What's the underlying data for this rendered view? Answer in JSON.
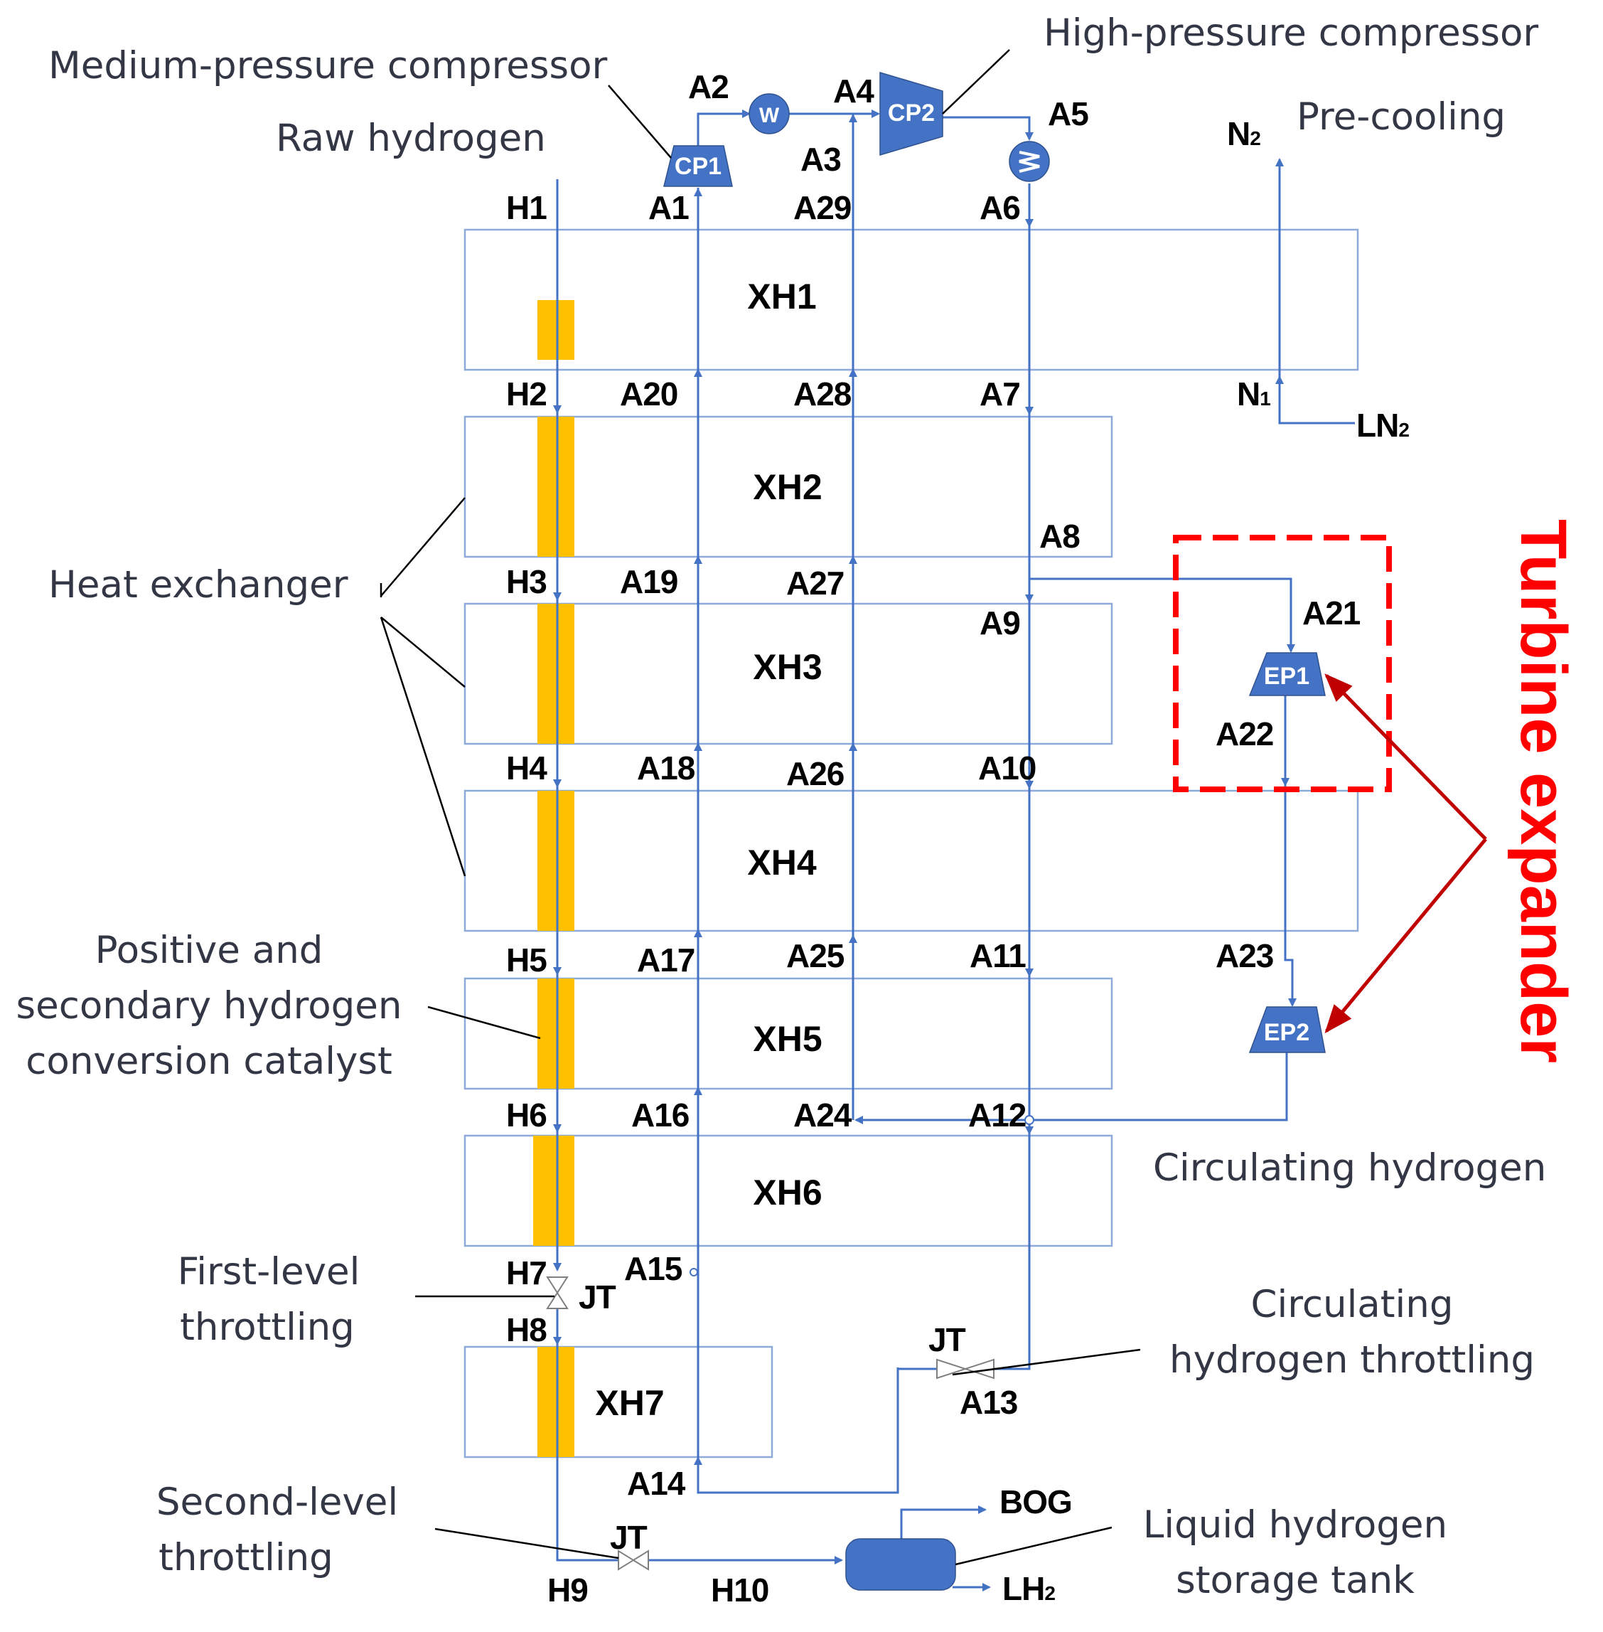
{
  "captions": {
    "medium_pressure_compressor": "Medium-pressure compressor",
    "high_pressure_compressor": "High-pressure compressor",
    "raw_hydrogen": "Raw hydrogen",
    "pre_cooling": "Pre-cooling",
    "heat_exchanger": "Heat exchanger",
    "catalyst": [
      "Positive and",
      "secondary hydrogen",
      "conversion catalyst"
    ],
    "circulating_hydrogen": "Circulating hydrogen",
    "first_level_throttling": [
      "First-level",
      "throttling"
    ],
    "circulating_hydrogen_throttling": [
      "Circulating",
      "hydrogen throttling"
    ],
    "second_level_throttling": [
      "Second-level",
      "throttling"
    ],
    "liquid_hydrogen_storage_tank": [
      "Liquid hydrogen",
      "storage tank"
    ],
    "turbine_expander": "Turbine expander"
  },
  "heat_exchangers": [
    "XH1",
    "XH2",
    "XH3",
    "XH4",
    "XH5",
    "XH6",
    "XH7"
  ],
  "equipment": {
    "cp1": "CP1",
    "cp2": "CP2",
    "ep1": "EP1",
    "ep2": "EP2",
    "motor": "W"
  },
  "streams": {
    "H1": "H1",
    "H2": "H2",
    "H3": "H3",
    "H4": "H4",
    "H5": "H5",
    "H6": "H6",
    "H7": "H7",
    "H8": "H8",
    "H9": "H9",
    "H10": "H10",
    "A1": "A1",
    "A2": "A2",
    "A3": "A3",
    "A4": "A4",
    "A5": "A5",
    "A6": "A6",
    "A7": "A7",
    "A8": "A8",
    "A9": "A9",
    "A10": "A10",
    "A11": "A11",
    "A12": "A12",
    "A13": "A13",
    "A14": "A14",
    "A15": "A15",
    "A16": "A16",
    "A17": "A17",
    "A18": "A18",
    "A19": "A19",
    "A20": "A20",
    "A21": "A21",
    "A22": "A22",
    "A23": "A23",
    "A24": "A24",
    "A25": "A25",
    "A26": "A26",
    "A27": "A27",
    "A28": "A28",
    "A29": "A29",
    "N1_main": "N",
    "N1_sub": "1",
    "N2_main": "N",
    "N2_sub": "2",
    "LN2_main": "LN",
    "LN2_sub": "2",
    "LH2_main": "LH",
    "LH2_sub": "2",
    "BOG": "BOG"
  },
  "valves": {
    "jt": "JT"
  },
  "colors": {
    "line": "#4472c4",
    "equipment": "#4472c4",
    "catalyst": "#ffc000",
    "exchanger_border": "#8eaadb",
    "highlight": "#ff0000",
    "pointer_arrow": "#c00000",
    "caption_text": "#333745"
  }
}
